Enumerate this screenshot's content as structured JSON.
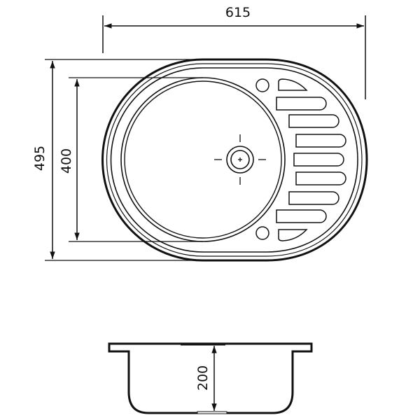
{
  "drawing": {
    "dimensions": {
      "width": "615",
      "outer_height": "495",
      "bowl_diameter": "400",
      "depth": "200"
    },
    "line_color": "#111111",
    "background": "#ffffff"
  }
}
